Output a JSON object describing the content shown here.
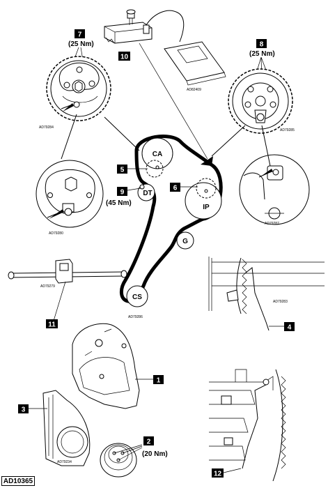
{
  "diagram_ref": "AD10365",
  "pulleys": {
    "ca": "CA",
    "dt": "DT",
    "ip": "IP",
    "g": "G",
    "cs": "CS"
  },
  "callouts": {
    "c1": "1",
    "c2": "2",
    "c3": "3",
    "c4": "4",
    "c5": "5",
    "c6": "6",
    "c7": "7",
    "c8": "8",
    "c9": "9",
    "c10": "10",
    "c11": "11",
    "c12": "12"
  },
  "torques": {
    "cam_sprocket": "(25 Nm)",
    "pump_sprocket": "(25 Nm)",
    "tensioner": "(45 Nm)",
    "crank_pulley": "(20 Nm)"
  },
  "figure_refs": {
    "gauge": "AD82409",
    "cam_sprocket": "AD79284",
    "cam_detail": "AD79280",
    "pump_sprocket": "AD79285",
    "pump_detail": "AD79287",
    "belt_layout": "AD79286",
    "tool_bar": "AD79279",
    "flywheel_pin": "AD79283",
    "cover": "AD79234"
  }
}
